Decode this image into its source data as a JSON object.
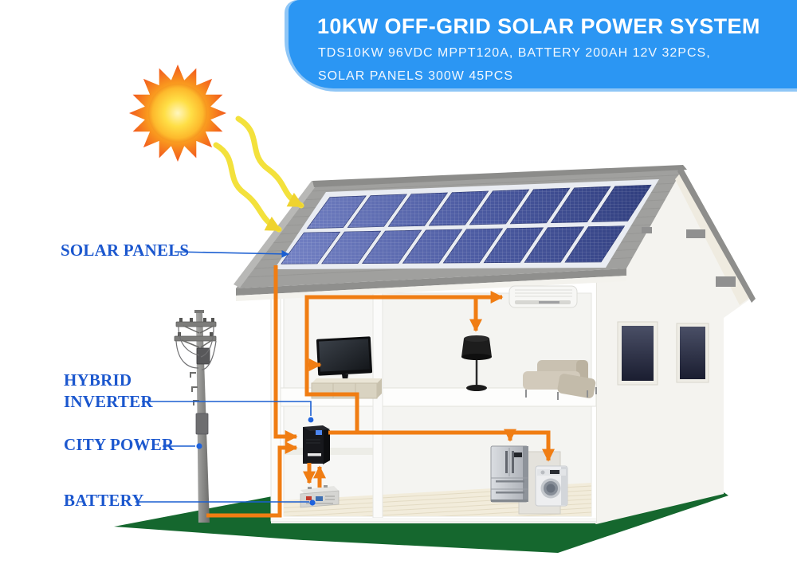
{
  "header": {
    "title": "10KW OFF-GRID SOLAR POWER SYSTEM",
    "subtitle_line1": "TDS10KW 96VDC MPPT120A, BATTERY 200AH 12V 32PCS,",
    "subtitle_line2": "SOLAR PANELS 300W 45PCS"
  },
  "callouts": {
    "solar_panels": "SOLAR PANELS",
    "hybrid_inverter": "HYBRID INVERTER",
    "city_power": "CITY POWER",
    "battery": "BATTERY"
  },
  "colors": {
    "header_background": "#2B96F3",
    "header_edge_highlight": "#8FC6F6",
    "callout_text": "#1B57CE",
    "leader_line": "#1A5ED1",
    "wire_orange": "#F07D13",
    "grass_green": "#15672E",
    "roof_gray": "#A0A09E",
    "panel_blue_dark": "#2E3C7C",
    "panel_blue_light": "#7583C5",
    "sun_yellow": "#FFD22E",
    "sun_orange": "#F2611C",
    "ray_yellow": "#F3E13C"
  }
}
